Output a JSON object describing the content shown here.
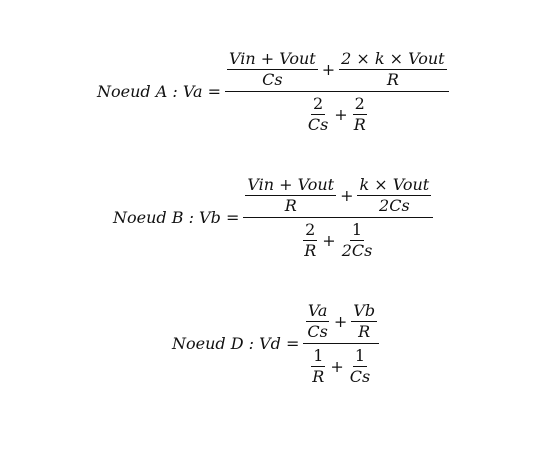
{
  "equations": [
    {
      "label": "Noeud A : Va =",
      "main_num": {
        "t1": {
          "num": "Vin + Vout",
          "den": "Cs"
        },
        "op": "+",
        "t2": {
          "num": "2 × k × Vout",
          "den": "R"
        }
      },
      "main_den": {
        "t1": {
          "num": "2",
          "den": "Cs"
        },
        "op": "+",
        "t2": {
          "num": "2",
          "den": "R"
        }
      }
    },
    {
      "label": "Noeud B : Vb =",
      "main_num": {
        "t1": {
          "num": "Vin + Vout",
          "den": "R"
        },
        "op": "+",
        "t2": {
          "num": "k × Vout",
          "den": "2Cs"
        }
      },
      "main_den": {
        "t1": {
          "num": "2",
          "den": "R"
        },
        "op": "+",
        "t2": {
          "num": "1",
          "den": "2Cs"
        }
      }
    },
    {
      "label": "Noeud D :  Vd =",
      "main_num": {
        "t1": {
          "num": "Va",
          "den": "Cs"
        },
        "op": "+",
        "t2": {
          "num": "Vb",
          "den": "R"
        }
      },
      "main_den": {
        "t1": {
          "num": "1",
          "den": "R"
        },
        "op": "+",
        "t2": {
          "num": "1",
          "den": "Cs"
        }
      }
    }
  ]
}
